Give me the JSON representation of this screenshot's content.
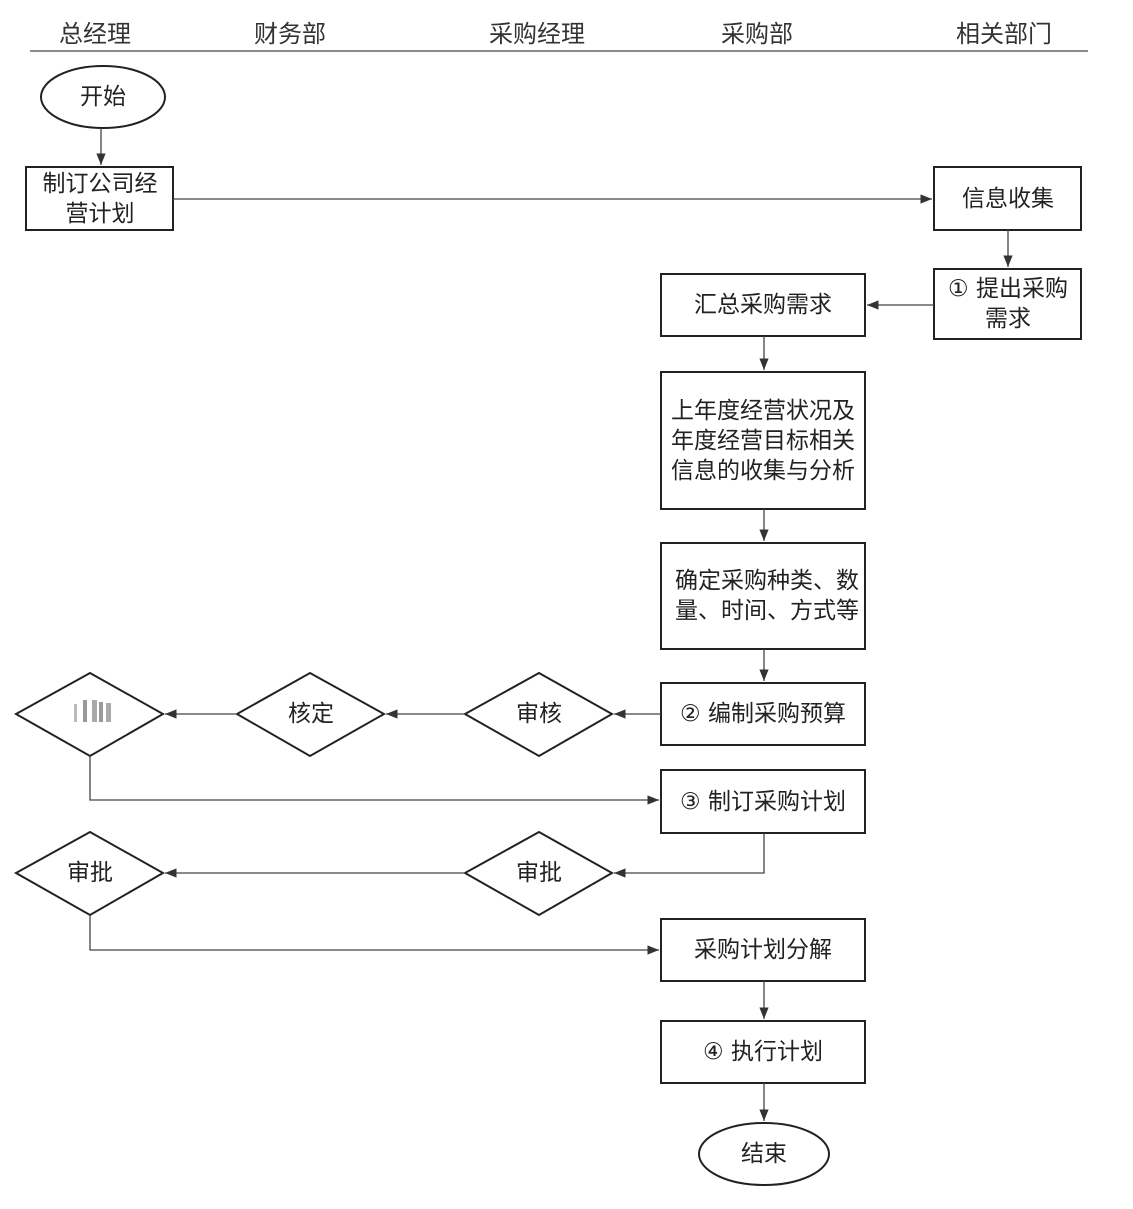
{
  "lanes": [
    "总经理",
    "财务部",
    "采购经理",
    "采购部",
    "相关部门"
  ],
  "nodes": {
    "start": "开始",
    "company_plan": "制订公司经营计划",
    "info_collect": "信息收集",
    "submit_needs": "① 提出采购需求",
    "summarize_needs": "汇总采购需求",
    "analysis": "上年度经营状况及年度经营目标相关信息的收集与分析",
    "determine": "确定采购种类、数量、时间、方式等",
    "budget": "② 编制采购预算",
    "review_1": "审核",
    "verify": "核定",
    "make_plan": "③ 制订采购计划",
    "approve_1": "审批",
    "approve_2": "审批",
    "decompose": "采购计划分解",
    "execute": "④ 执行计划",
    "end": "结束"
  }
}
